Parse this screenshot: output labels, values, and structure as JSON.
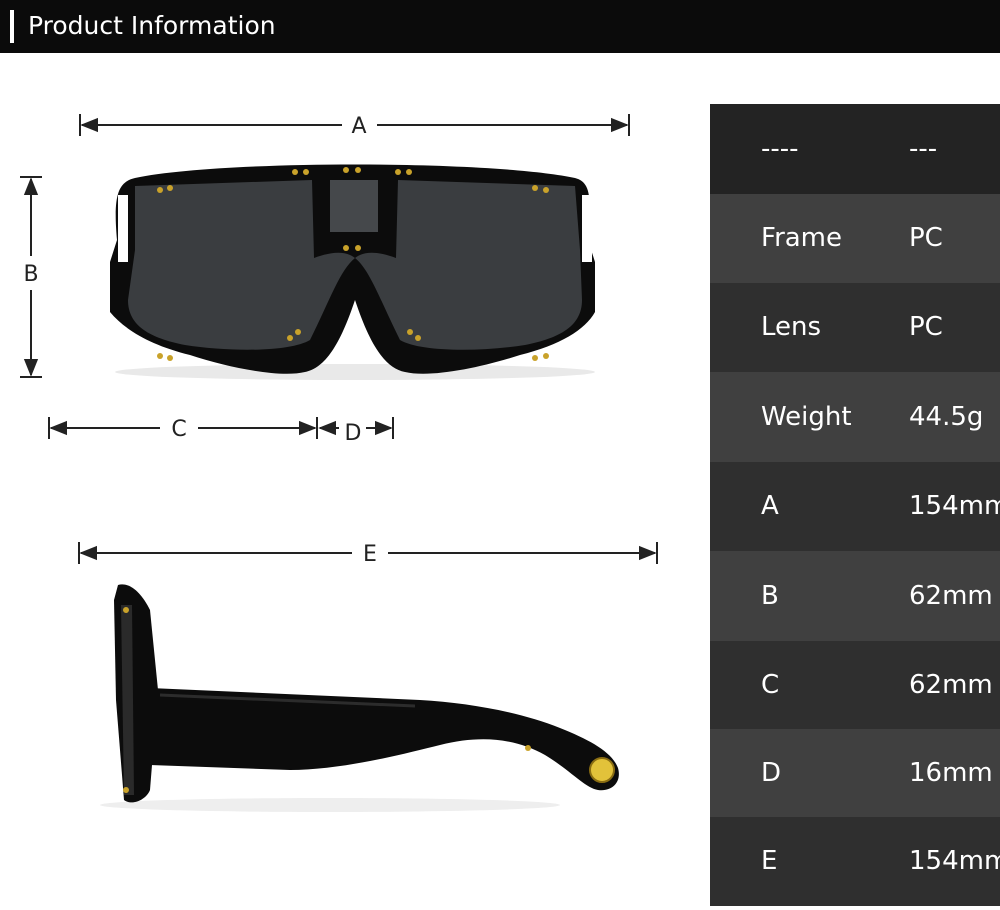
{
  "header": {
    "title": "Product Information"
  },
  "diagram": {
    "labels": {
      "a": "A",
      "b": "B",
      "c": "C",
      "d": "D",
      "e": "E"
    }
  },
  "table": {
    "colors": {
      "dark": "#2f2f2f",
      "light": "#404040",
      "header": "#232323"
    },
    "rows": [
      {
        "key": "----",
        "value": "---"
      },
      {
        "key": "Frame",
        "value": "PC"
      },
      {
        "key": "Lens",
        "value": "PC"
      },
      {
        "key": "Weight",
        "value": "44.5g"
      },
      {
        "key": "A",
        "value": "154mm"
      },
      {
        "key": "B",
        "value": "62mm"
      },
      {
        "key": "C",
        "value": "62mm"
      },
      {
        "key": "D",
        "value": "16mm"
      },
      {
        "key": "E",
        "value": "154mm"
      }
    ]
  }
}
